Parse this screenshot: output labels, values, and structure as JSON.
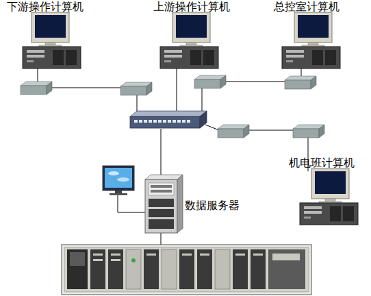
{
  "diagram": {
    "nodes": [
      {
        "text": [
          "下游操作计算机"
        ]
      },
      {
        "text": [
          "上游操作计算机"
        ]
      },
      {
        "text": [
          "总控室计算机"
        ]
      },
      {
        "text": [
          "机电班计算机"
        ]
      },
      {
        "text": [
          "数据服务器"
        ]
      }
    ]
  }
}
